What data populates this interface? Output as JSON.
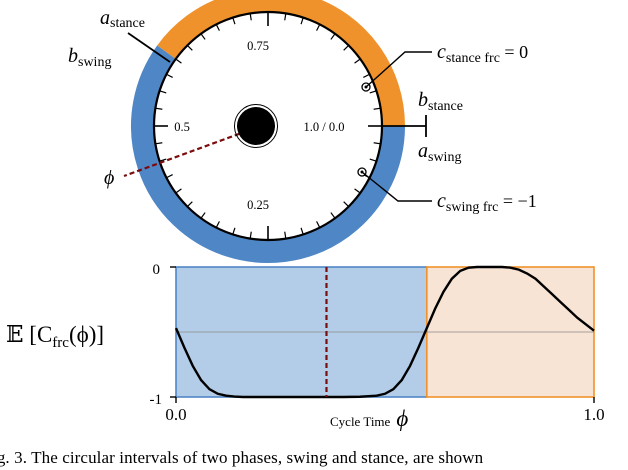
{
  "figure": {
    "dial": {
      "tick_labels": [
        "0.75",
        "0.5",
        "1.0 / 0.0",
        "0.25"
      ],
      "labels": {
        "a_stance": {
          "base": "a",
          "sub": "stance"
        },
        "b_swing": {
          "base": "b",
          "sub": "swing"
        },
        "c_stance": {
          "base": "c",
          "sub": "stance frc",
          "rest": " = 0"
        },
        "b_stance": {
          "base": "b",
          "sub": "stance"
        },
        "a_swing": {
          "base": "a",
          "sub": "swing"
        },
        "phi": "ϕ",
        "c_swing": {
          "base": "c",
          "sub": "swing frc",
          "rest": " = −1"
        }
      },
      "colors": {
        "stance": "#f0922b",
        "swing": "#4f86c6",
        "phase_line": "#7a0c0c"
      }
    },
    "caption": "ig. 3.   The circular intervals of two phases, swing and stance, are shown"
  },
  "chart_data": {
    "type": "line",
    "ylabel": {
      "prefix": "𝔼 [C",
      "sub": "frc",
      "suffix": "(ϕ)]"
    },
    "xlabel": {
      "text": "Cycle Time",
      "symbol": "ϕ"
    },
    "xlim": [
      0.0,
      1.0
    ],
    "ylim": [
      -1,
      0
    ],
    "x_ticks": [
      "0.0",
      "1.0"
    ],
    "y_ticks": [
      "0",
      "-1"
    ],
    "phases": [
      {
        "phase": "swing",
        "start": 0.0,
        "end": 0.6,
        "color": "#b3cde8",
        "edge": "#4f86c6"
      },
      {
        "phase": "stance",
        "start": 0.6,
        "end": 1.0,
        "color": "#f7e4d4",
        "edge": "#f0922b"
      }
    ],
    "phase_marker_x": 0.36,
    "series": [
      {
        "x": [
          0.0,
          0.02,
          0.04,
          0.06,
          0.08,
          0.1,
          0.12,
          0.14,
          0.16,
          0.2,
          0.3,
          0.4,
          0.44,
          0.48,
          0.5,
          0.52,
          0.54,
          0.56,
          0.58,
          0.6,
          0.62,
          0.64,
          0.66,
          0.68,
          0.7,
          0.72,
          0.74,
          0.76,
          0.78,
          0.8,
          0.82,
          0.84,
          0.86,
          0.88,
          0.9,
          0.92,
          0.94,
          0.96,
          0.98,
          1.0
        ],
        "y": [
          -0.47,
          -0.62,
          -0.76,
          -0.87,
          -0.94,
          -0.975,
          -0.99,
          -0.997,
          -1.0,
          -1.0,
          -1.0,
          -1.0,
          -0.998,
          -0.99,
          -0.975,
          -0.94,
          -0.87,
          -0.76,
          -0.62,
          -0.47,
          -0.32,
          -0.19,
          -0.09,
          -0.03,
          -0.005,
          0.0,
          0.0,
          0.0,
          0.0,
          -0.005,
          -0.02,
          -0.05,
          -0.09,
          -0.15,
          -0.21,
          -0.27,
          -0.33,
          -0.39,
          -0.44,
          -0.49
        ]
      }
    ]
  }
}
